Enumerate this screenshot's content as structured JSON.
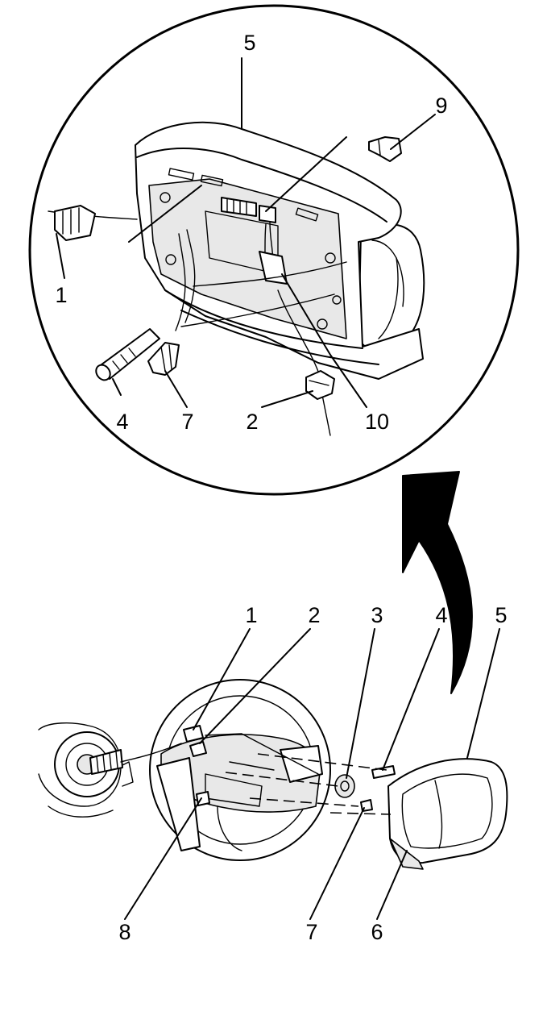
{
  "callouts": {
    "detail": [
      "5",
      "9",
      "1",
      "4",
      "7",
      "2",
      "10"
    ],
    "main": [
      "1",
      "2",
      "3",
      "4",
      "5",
      "8",
      "7",
      "6"
    ]
  },
  "colors": {
    "line": "#000000",
    "background": "#ffffff",
    "shade": "#e8e8e8"
  }
}
